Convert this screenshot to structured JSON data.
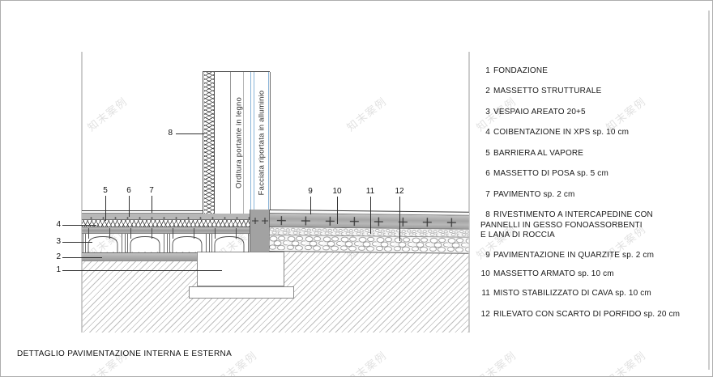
{
  "title": "DETTAGLIO PAVIMENTAZIONE INTERNA E ESTERNA",
  "watermark_text": "知末案例",
  "drawing": {
    "wall_text_framing": "Orditura portante in legno",
    "wall_text_facade": "Facciata riportata in alluminio"
  },
  "legend": {
    "items": [
      {
        "num": "1",
        "label": "FONDAZIONE"
      },
      {
        "num": "2",
        "label": "MASSETTO STRUTTURALE"
      },
      {
        "num": "3",
        "label": "VESPAIO AREATO 20+5"
      },
      {
        "num": "4",
        "label": "COIBENTAZIONE IN XPS sp. 10 cm"
      },
      {
        "num": "5",
        "label": "BARRIERA AL VAPORE"
      },
      {
        "num": "6",
        "label": "MASSETTO DI POSA sp. 5 cm"
      },
      {
        "num": "7",
        "label": "PAVIMENTO sp. 2 cm"
      },
      {
        "num": "8",
        "label": "RIVESTIMENTO A INTERCAPEDINE CON",
        "line2": "PANNELLI IN GESSO FONOASSORBENTI",
        "line3": "E LANA DI ROCCIA"
      },
      {
        "num": "9",
        "label": "PAVIMENTAZIONE IN QUARZITE sp. 2 cm"
      },
      {
        "num": "10",
        "label": "MASSETTO ARMATO sp. 10 cm"
      },
      {
        "num": "11",
        "label": "MISTO STABILIZZATO DI CAVA sp. 10 cm"
      },
      {
        "num": "12",
        "label": "RILEVATO CON SCARTO DI PORFIDO sp. 20 cm"
      }
    ]
  },
  "colors": {
    "line": "#3c3c3c",
    "light_line": "#cdcdcd",
    "screed_gray": "#b2b2b2",
    "facade_blue": "#8ab4d8",
    "hatch_gray": "#bdbdbd"
  }
}
